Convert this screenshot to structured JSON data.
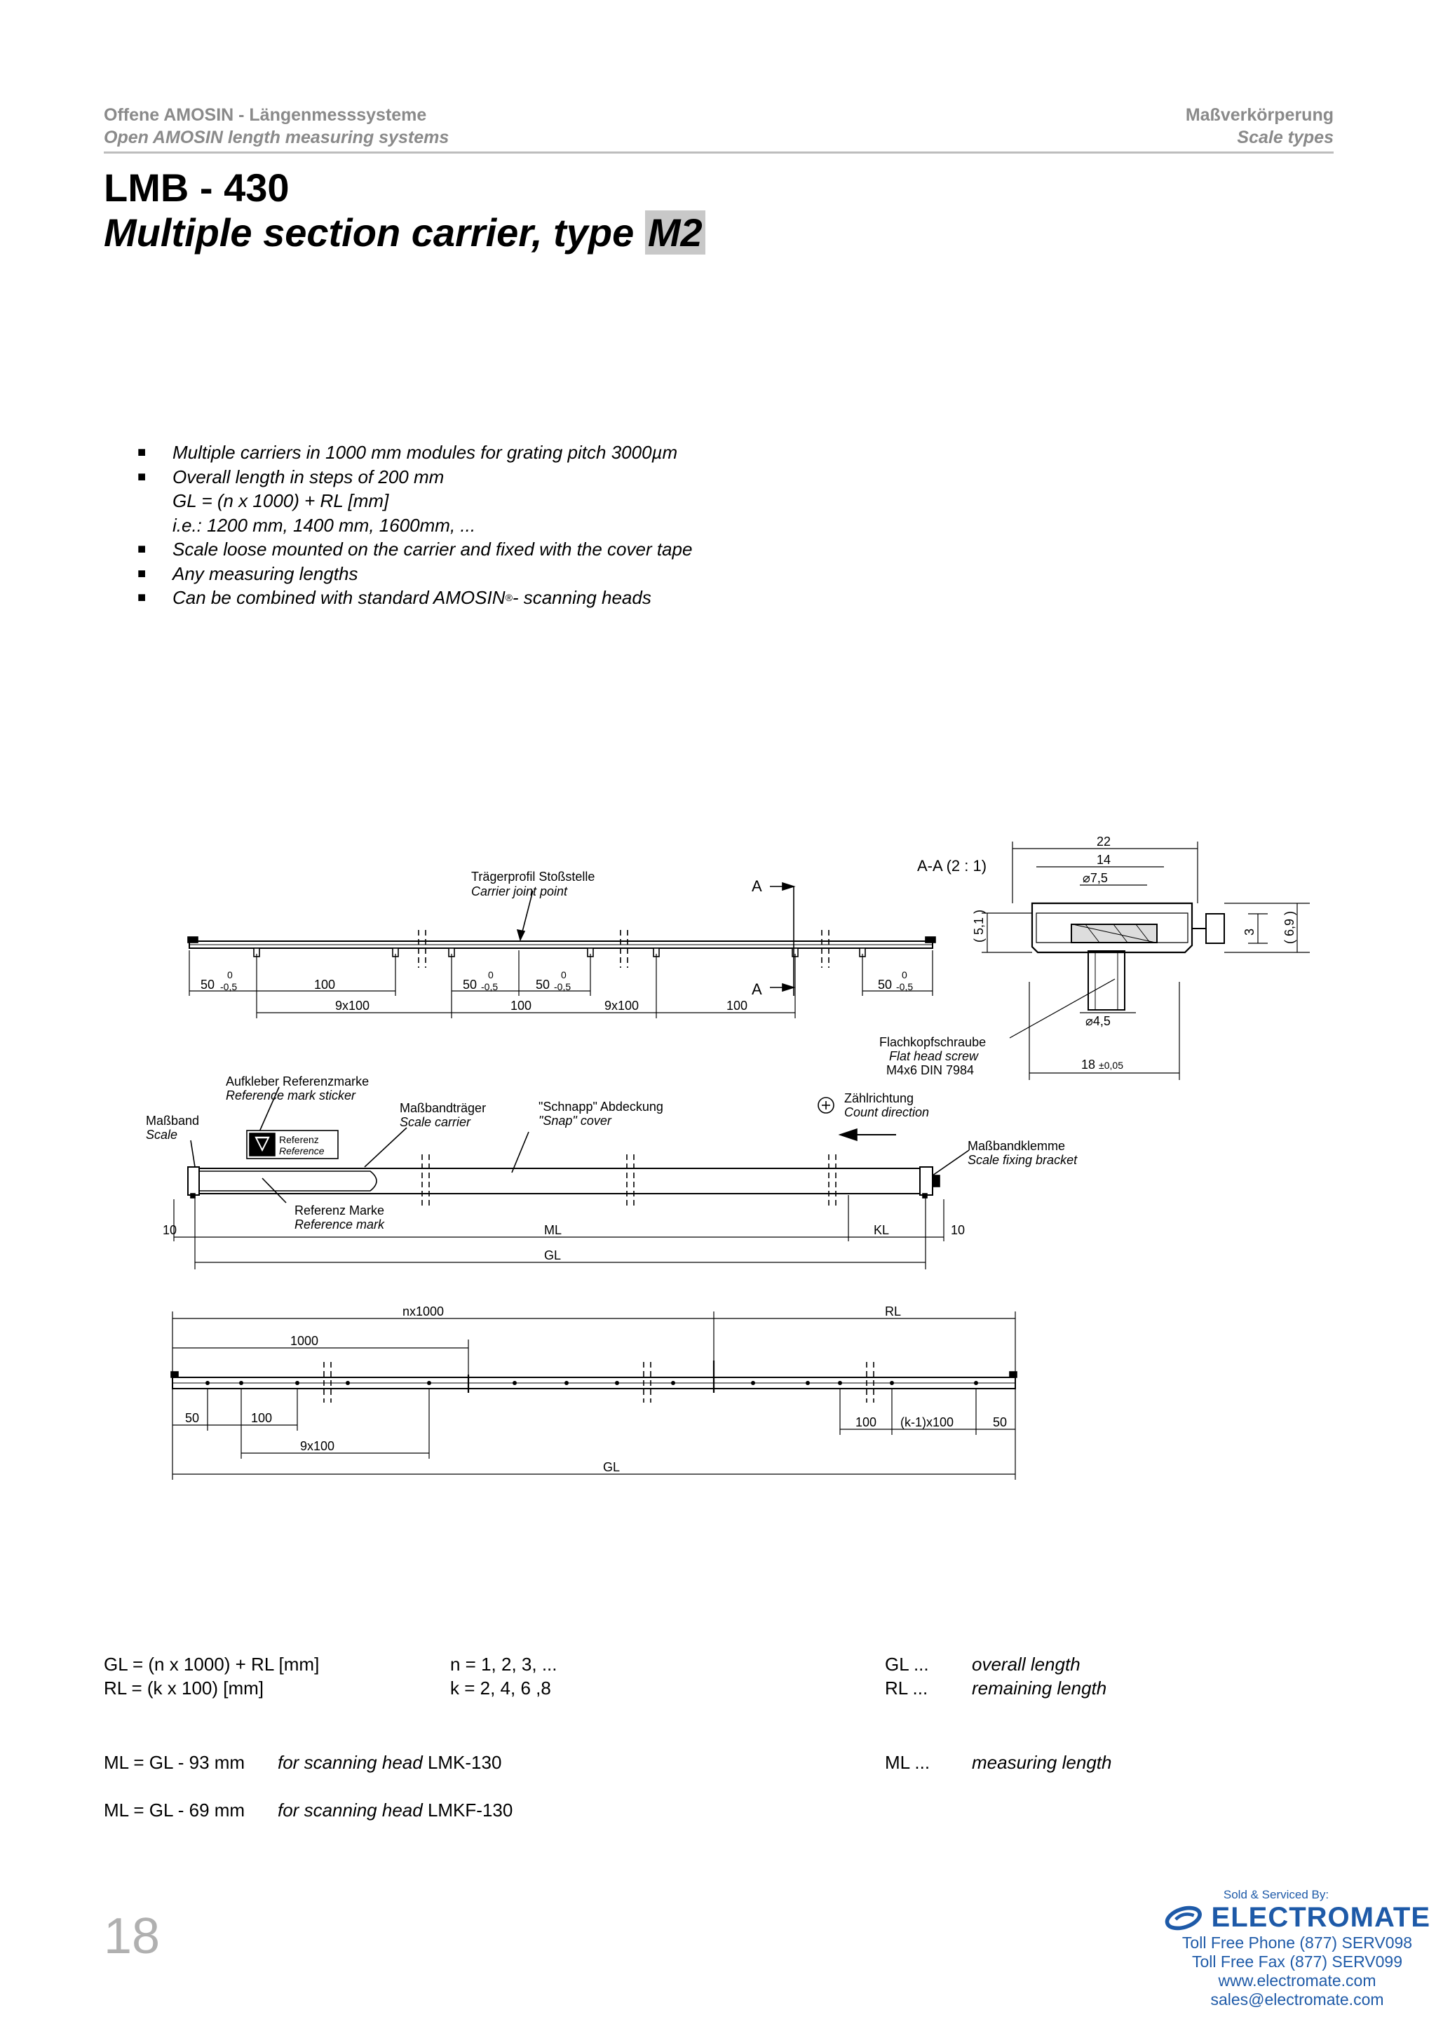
{
  "header": {
    "left_de": "Offene AMOSIN - Längenmesssysteme",
    "left_en": "Open AMOSIN length measuring systems",
    "right_de": "Maßverkörperung",
    "right_en": "Scale types"
  },
  "title": {
    "model": "LMB - 430",
    "subtitle_prefix": "Multiple section carrier, type ",
    "subtitle_badge": "M2"
  },
  "bullets": [
    "Multiple carriers in 1000 mm modules for grating pitch 3000µm",
    "Overall length in steps of 200 mm",
    "GL = (n x 1000) + RL [mm]",
    "i.e.: 1200 mm, 1400 mm, 1600mm, ...",
    "Scale loose mounted on the carrier and fixed with the cover tape",
    "Any measuring lengths",
    "Can be combined with standard AMOSIN"
  ],
  "bullet_markers": [
    "■",
    "■",
    "",
    "",
    "■",
    "■",
    "■"
  ],
  "bullet_reg": "®",
  "bullet_tail": " - scanning heads",
  "drawing1": {
    "joint_de": "Trägerprofil Stoßstelle",
    "joint_en": "Carrier joint point",
    "sec_a": "A",
    "dim_50_a": "50",
    "tol_a_top": "0",
    "tol_a_bot": "-0,5",
    "dim_100_a": "100",
    "dim_9x100_a": "9x100",
    "dim_50_b": "50",
    "dim_50_c": "50",
    "dim_100_b": "100",
    "dim_9x100_b": "9x100",
    "dim_100_c": "100",
    "dim_50_d": "50"
  },
  "section": {
    "title": "A-A  (2 : 1)",
    "d22": "22",
    "d14": "14",
    "d7_5": "7,5",
    "d5_1": "5,1",
    "d3": "3",
    "d6_9": "6,9",
    "d4_5": "4,5",
    "d18": "18",
    "d18_tol": "±0,05",
    "screw_de": "Flachkopfschraube",
    "screw_en": "Flat head screw",
    "screw_spec": "M4x6 DIN 7984"
  },
  "drawing2": {
    "sticker_de": "Aufkleber Referenzmarke",
    "sticker_en": "Reference mark sticker",
    "scale_de": "Maßband",
    "scale_en": "Scale",
    "carrier_de": "Maßbandträger",
    "carrier_en": "Scale carrier",
    "cover_de": "\"Schnapp\" Abdeckung",
    "cover_en": "\"Snap\" cover",
    "count_de": "Zählrichtung",
    "count_en": "Count direction",
    "bracket_de": "Maßbandklemme",
    "bracket_en": "Scale fixing bracket",
    "refmark_de": "Referenz Marke",
    "refmark_en": "Reference mark",
    "ref_label_de": "Referenz",
    "ref_label_en": "Reference",
    "d10_left": "10",
    "dML": "ML",
    "dKL": "KL",
    "d10_right": "10",
    "dGL": "GL"
  },
  "drawing3": {
    "nx1000": "nx1000",
    "RL": "RL",
    "d1000": "1000",
    "d50_left": "50",
    "d100_left": "100",
    "d9x100": "9x100",
    "d100_right": "100",
    "dk1x100": "(k-1)x100",
    "d50_right": "50",
    "GL": "GL"
  },
  "formulas": {
    "gl_def": "GL = (n x 1000) + RL [mm]",
    "rl_def": "RL = (k x 100) [mm]",
    "n_vals": "n = 1, 2, 3, ...",
    "k_vals": "k = 2, 4, 6 ,8",
    "gl_abbr": "GL  ...",
    "gl_desc": "overall length",
    "rl_abbr": "RL  ...",
    "rl_desc": "remaining length",
    "ml1": "ML = GL - 93 mm",
    "ml1_for": "for scanning head",
    "ml1_head": " LMK-130",
    "ml_abbr": "ML  ...",
    "ml_desc": "measuring length",
    "ml2": "ML = GL - 69 mm",
    "ml2_for": "for scanning head",
    "ml2_head": " LMKF-130"
  },
  "page_number": "18",
  "footer": {
    "sold": "Sold & Serviced By:",
    "brand": "ELECTROMATE",
    "phone": "Toll Free Phone  (877) SERV098",
    "fax": "Toll Free Fax  (877) SERV099",
    "web": "www.electromate.com",
    "email": "sales@electromate.com"
  }
}
